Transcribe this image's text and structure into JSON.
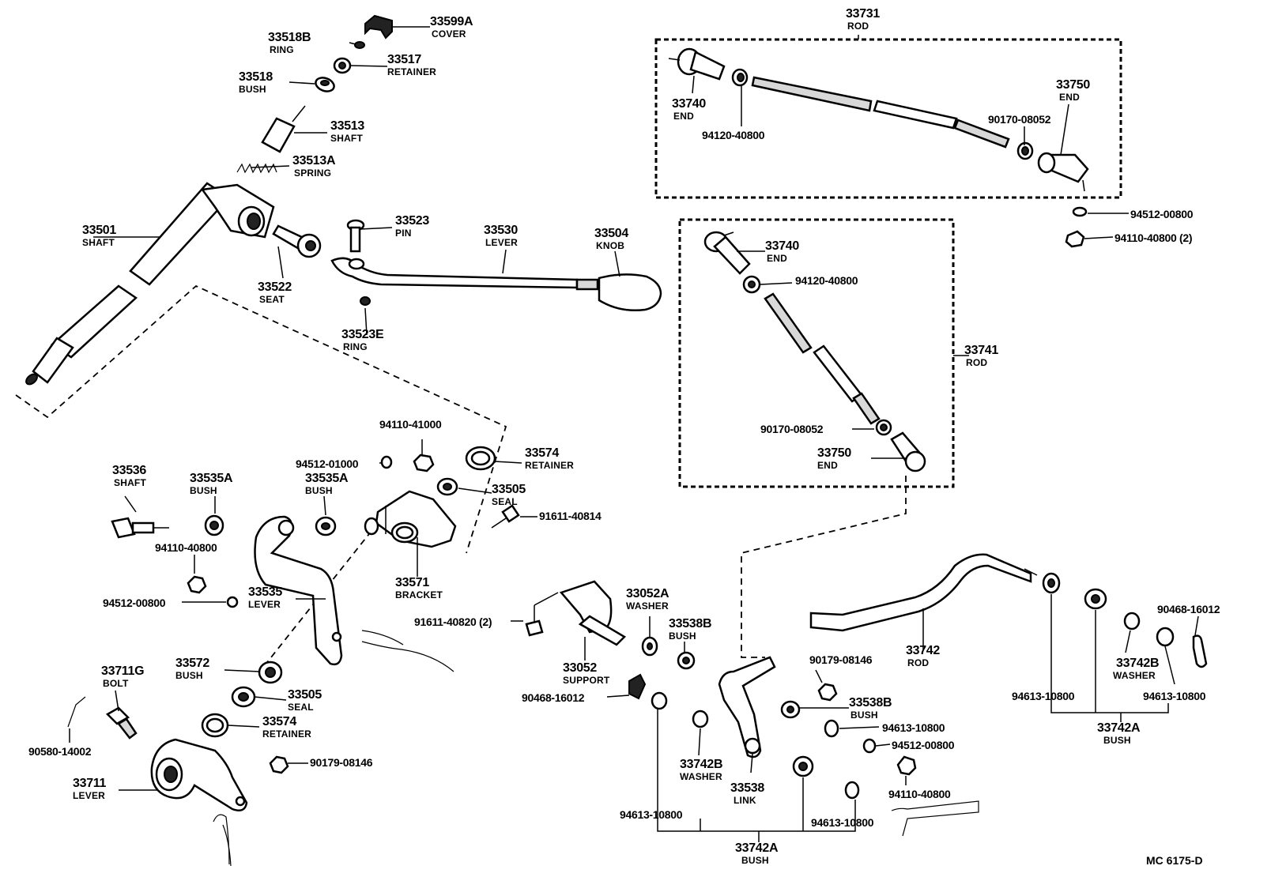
{
  "diagram": {
    "reference": "MC 6175-D",
    "parts": [
      {
        "id": "p33599A",
        "number": "33599A",
        "name": "COVER"
      },
      {
        "id": "p33518B",
        "number": "33518B",
        "name": "RING"
      },
      {
        "id": "p33517",
        "number": "33517",
        "name": "RETAINER"
      },
      {
        "id": "p33518",
        "number": "33518",
        "name": "BUSH"
      },
      {
        "id": "p33513",
        "number": "33513",
        "name": "SHAFT"
      },
      {
        "id": "p33513A",
        "number": "33513A",
        "name": "SPRING"
      },
      {
        "id": "p33501",
        "number": "33501",
        "name": "SHAFT"
      },
      {
        "id": "p33523",
        "number": "33523",
        "name": "PIN"
      },
      {
        "id": "p33530",
        "number": "33530",
        "name": "LEVER"
      },
      {
        "id": "p33504",
        "number": "33504",
        "name": "KNOB"
      },
      {
        "id": "p33522",
        "number": "33522",
        "name": "SEAT"
      },
      {
        "id": "p33523E",
        "number": "33523E",
        "name": "RING"
      },
      {
        "id": "p33731",
        "number": "33731",
        "name": "ROD"
      },
      {
        "id": "p33740a",
        "number": "33740",
        "name": "END"
      },
      {
        "id": "p33750a",
        "number": "33750",
        "name": "END"
      },
      {
        "id": "p33740b",
        "number": "33740",
        "name": "END"
      },
      {
        "id": "p33741",
        "number": "33741",
        "name": "ROD"
      },
      {
        "id": "p33750b",
        "number": "33750",
        "name": "END"
      },
      {
        "id": "p33574a",
        "number": "33574",
        "name": "RETAINER"
      },
      {
        "id": "p33505a",
        "number": "33505",
        "name": "SEAL"
      },
      {
        "id": "p33536",
        "number": "33536",
        "name": "SHAFT"
      },
      {
        "id": "p33535Aa",
        "number": "33535A",
        "name": "BUSH"
      },
      {
        "id": "p33535Ab",
        "number": "33535A",
        "name": "BUSH"
      },
      {
        "id": "p33571",
        "number": "33571",
        "name": "BRACKET"
      },
      {
        "id": "p33535",
        "number": "33535",
        "name": "LEVER"
      },
      {
        "id": "p33572",
        "number": "33572",
        "name": "BUSH"
      },
      {
        "id": "p33505b",
        "number": "33505",
        "name": "SEAL"
      },
      {
        "id": "p33574b",
        "number": "33574",
        "name": "RETAINER"
      },
      {
        "id": "p33711G",
        "number": "33711G",
        "name": "BOLT"
      },
      {
        "id": "p33711",
        "number": "33711",
        "name": "LEVER"
      },
      {
        "id": "p33052A",
        "number": "33052A",
        "name": "WASHER"
      },
      {
        "id": "p33052",
        "number": "33052",
        "name": "SUPPORT"
      },
      {
        "id": "p33538Ba",
        "number": "33538B",
        "name": "BUSH"
      },
      {
        "id": "p33538Bb",
        "number": "33538B",
        "name": "BUSH"
      },
      {
        "id": "p33742Ba",
        "number": "33742B",
        "name": "WASHER"
      },
      {
        "id": "p33538",
        "number": "33538",
        "name": "LINK"
      },
      {
        "id": "p33742",
        "number": "33742",
        "name": "ROD"
      },
      {
        "id": "p33742Bb",
        "number": "33742B",
        "name": "WASHER"
      },
      {
        "id": "p33742Aa",
        "number": "33742A",
        "name": "BUSH"
      },
      {
        "id": "p33742Ab",
        "number": "33742A",
        "name": "BUSH"
      }
    ],
    "hardware": [
      {
        "id": "h1",
        "number": "94120-40800"
      },
      {
        "id": "h2",
        "number": "90170-08052"
      },
      {
        "id": "h3",
        "number": "94512-00800"
      },
      {
        "id": "h4",
        "number": "94110-40800 (2)"
      },
      {
        "id": "h5",
        "number": "94120-40800"
      },
      {
        "id": "h6",
        "number": "90170-08052"
      },
      {
        "id": "h7",
        "number": "94110-41000"
      },
      {
        "id": "h8",
        "number": "94512-01000"
      },
      {
        "id": "h9",
        "number": "91611-40814"
      },
      {
        "id": "h10",
        "number": "94110-40800"
      },
      {
        "id": "h11",
        "number": "94512-00800"
      },
      {
        "id": "h12",
        "number": "90580-14002"
      },
      {
        "id": "h13",
        "number": "90179-08146"
      },
      {
        "id": "h14",
        "number": "91611-40820 (2)"
      },
      {
        "id": "h15",
        "number": "90468-16012"
      },
      {
        "id": "h16",
        "number": "90179-08146"
      },
      {
        "id": "h17",
        "number": "94613-10800"
      },
      {
        "id": "h18",
        "number": "94512-00800"
      },
      {
        "id": "h19",
        "number": "94110-40800"
      },
      {
        "id": "h20",
        "number": "94613-10800"
      },
      {
        "id": "h21",
        "number": "94613-10800"
      },
      {
        "id": "h22",
        "number": "90468-16012"
      },
      {
        "id": "h23",
        "number": "94613-10800"
      },
      {
        "id": "h24",
        "number": "94613-10800"
      }
    ]
  }
}
